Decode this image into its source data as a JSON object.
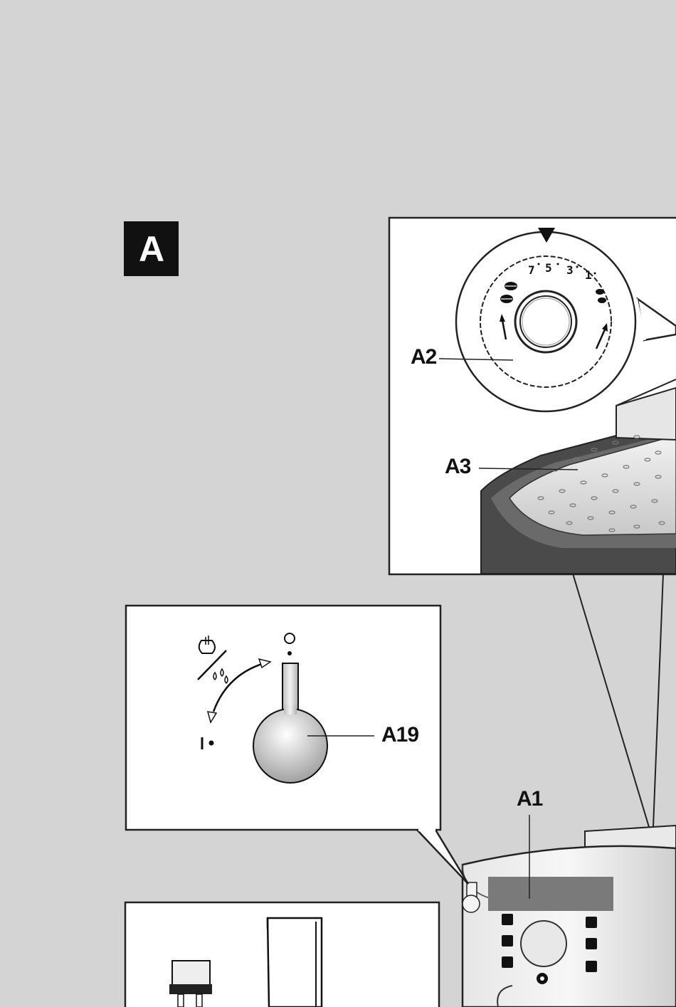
{
  "section": {
    "letter": "A"
  },
  "callouts": {
    "a1": "A1",
    "a2": "A2",
    "a3": "A3",
    "a19": "A19"
  },
  "dial": {
    "scale_marks": [
      "7",
      "5",
      "3",
      "1"
    ]
  },
  "knob_positions": {
    "top": "O",
    "bottom": "I"
  },
  "colors": {
    "background": "#d4d4d4",
    "badge": "#111111",
    "panel": "#ffffff",
    "ink": "#111111"
  }
}
